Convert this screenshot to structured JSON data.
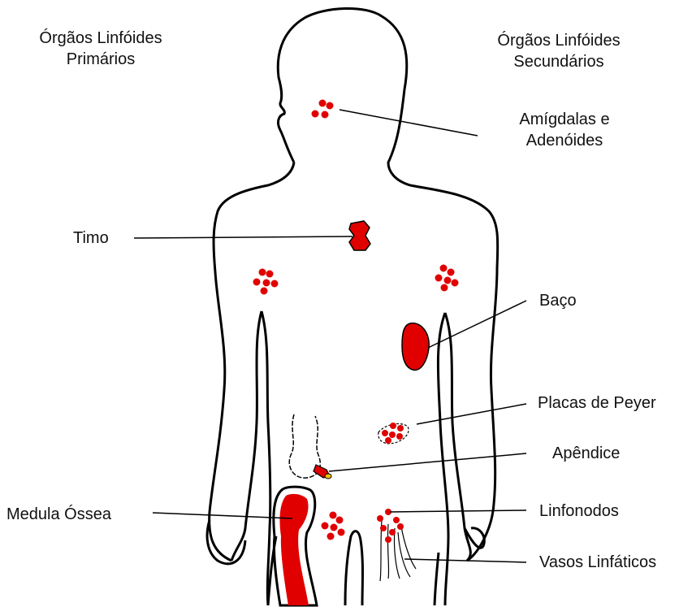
{
  "headings": {
    "primary": [
      "Órgãos Linfóides",
      "Primários"
    ],
    "secondary": [
      "Órgãos Linfóides",
      "Secundários"
    ]
  },
  "labels": {
    "amigdalas": [
      "Amígdalas e",
      "Adenóides"
    ],
    "timo": "Timo",
    "baco": "Baço",
    "placas": "Placas de Peyer",
    "apendice": "Apêndice",
    "medula": "Medula Óssea",
    "linfonodos": "Linfonodos",
    "vasos": "Vasos Linfáticos"
  },
  "colors": {
    "organ": "#e00000",
    "outline": "#000000",
    "appendix_tip": "#f2c200"
  }
}
